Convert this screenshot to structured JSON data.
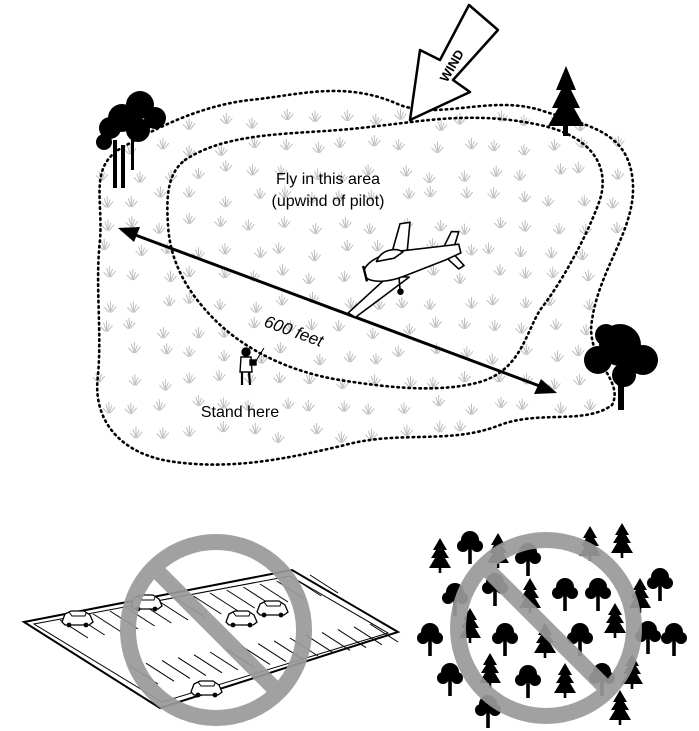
{
  "wind_label": "WIND",
  "fly_area_label_line1": "Fly in this area",
  "fly_area_label_line2": "(upwind of pilot)",
  "distance_label": "600 feet",
  "pilot_position_label": "Stand here",
  "colors": {
    "ink": "#000000",
    "grass": "#bdbdbd",
    "prohibition": "#9a9a9a"
  },
  "icons": [
    "wind-arrow-icon",
    "airplane-icon",
    "pilot-icon",
    "tree-icon",
    "pine-tree-icon",
    "car-icon",
    "prohibition-icon"
  ]
}
